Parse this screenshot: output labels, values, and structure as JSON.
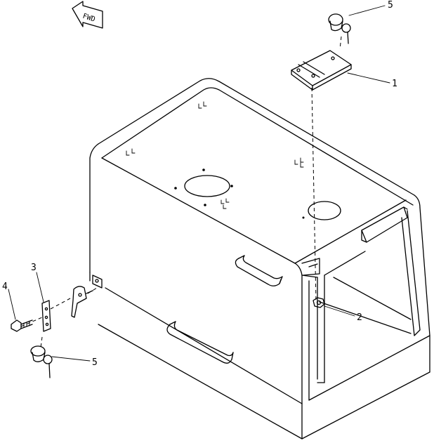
{
  "diagram": {
    "direction_marker": "FWD",
    "callouts": [
      {
        "id": "c1",
        "label": "1"
      },
      {
        "id": "c2",
        "label": "2"
      },
      {
        "id": "c3",
        "label": "3"
      },
      {
        "id": "c4",
        "label": "4"
      },
      {
        "id": "c5a",
        "label": "5"
      },
      {
        "id": "c5b",
        "label": "5"
      }
    ],
    "ink_color": "#000000",
    "paper_color": "#ffffff"
  }
}
